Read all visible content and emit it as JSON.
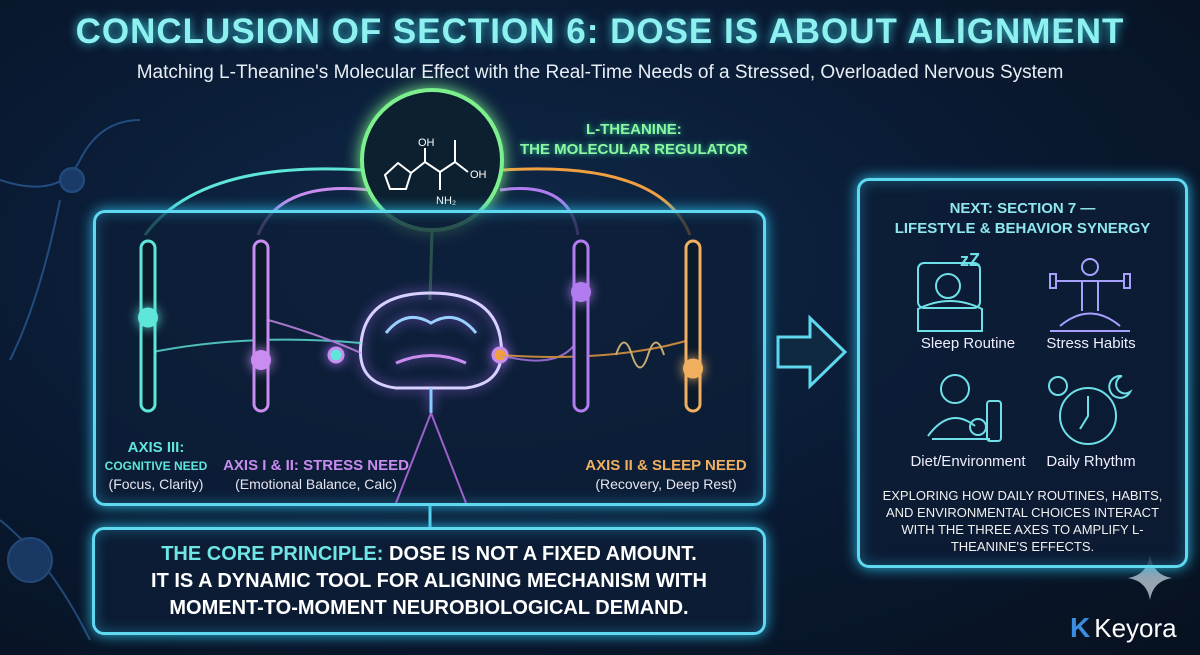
{
  "title": "CONCLUSION OF SECTION 6: DOSE IS ABOUT ALIGNMENT",
  "subtitle": "Matching L-Theanine's Molecular Effect with the Real-Time Needs of a Stressed, Overloaded Nervous System",
  "molecule": {
    "label_line1": "L-THEANINE:",
    "label_line2": "THE MOLECULAR REGULATOR",
    "atoms": {
      "oh_top": "OH",
      "oh_right": "OH",
      "nh2": "NH₂"
    }
  },
  "axes": [
    {
      "title1": "AXIS III:",
      "title2": "COGNITIVE NEED",
      "sub": "(Focus, Clarity)",
      "color": "#5ee6d8",
      "level": 0.55
    },
    {
      "title": "AXIS I & II: STRESS NEED",
      "sub": "(Emotional Balance, Calc)",
      "color": "#c98cf0",
      "level": 0.3
    },
    {
      "title": "AXIS II & SLEEP NEED",
      "sub": "(Recovery, Deep Rest)",
      "color": "#f0b060",
      "level": 0.25
    }
  ],
  "core": {
    "highlight": "THE CORE PRINCIPLE:",
    "line1": " DOSE IS NOT A FIXED AMOUNT.",
    "line2": "IT IS A DYNAMIC TOOL FOR ALIGNING MECHANISM WITH",
    "line3": "MOMENT-TO-MOMENT NEUROBIOLOGICAL DEMAND."
  },
  "next": {
    "title1": "NEXT: SECTION 7 —",
    "title2": "LIFESTYLE & BEHAVIOR SYNERGY",
    "items": [
      "Sleep Routine",
      "Stress Habits",
      "Diet/Environment",
      "Daily Rhythm"
    ],
    "description": "EXPLORING HOW DAILY ROUTINES, HABITS, AND ENVIRONMENTAL CHOICES INTERACT WITH THE THREE AXES TO AMPLIFY L-THEANINE'S EFFECTS."
  },
  "brand": {
    "name": "Keyora"
  },
  "colors": {
    "cyan": "#5fd8f0",
    "green": "#7cf08c",
    "purple": "#c98cf0",
    "orange": "#f0a040"
  }
}
